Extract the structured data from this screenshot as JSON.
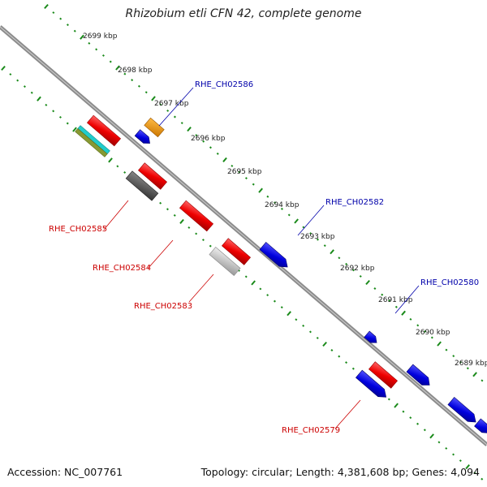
{
  "title": "Rhizobium etli CFN 42, complete genome",
  "footer": {
    "accession": "Accession: NC_007761",
    "summary": "Topology: circular; Length: 4,381,608 bp; Genes: 4,094"
  },
  "colors": {
    "backbone": "#8c8c8c",
    "tick": "#1a8a1a",
    "forward_gene": "#0000dd",
    "reverse_gene": "#ee0000",
    "forward_label": "#0000aa",
    "reverse_label": "#cc0000"
  },
  "kbp_labels": [
    "2699 kbp",
    "2698 kbp",
    "2697 kbp",
    "2696 kbp",
    "2695 kbp",
    "2694 kbp",
    "2693 kbp",
    "2692 kbp",
    "2691 kbp",
    "2690 kbp",
    "2689 kbp"
  ],
  "gene_labels": {
    "forward": [
      "RHE_CH02586",
      "RHE_CH02582",
      "RHE_CH02580"
    ],
    "reverse": [
      "RHE_CH02585",
      "RHE_CH02584",
      "RHE_CH02583",
      "RHE_CH02579"
    ]
  }
}
